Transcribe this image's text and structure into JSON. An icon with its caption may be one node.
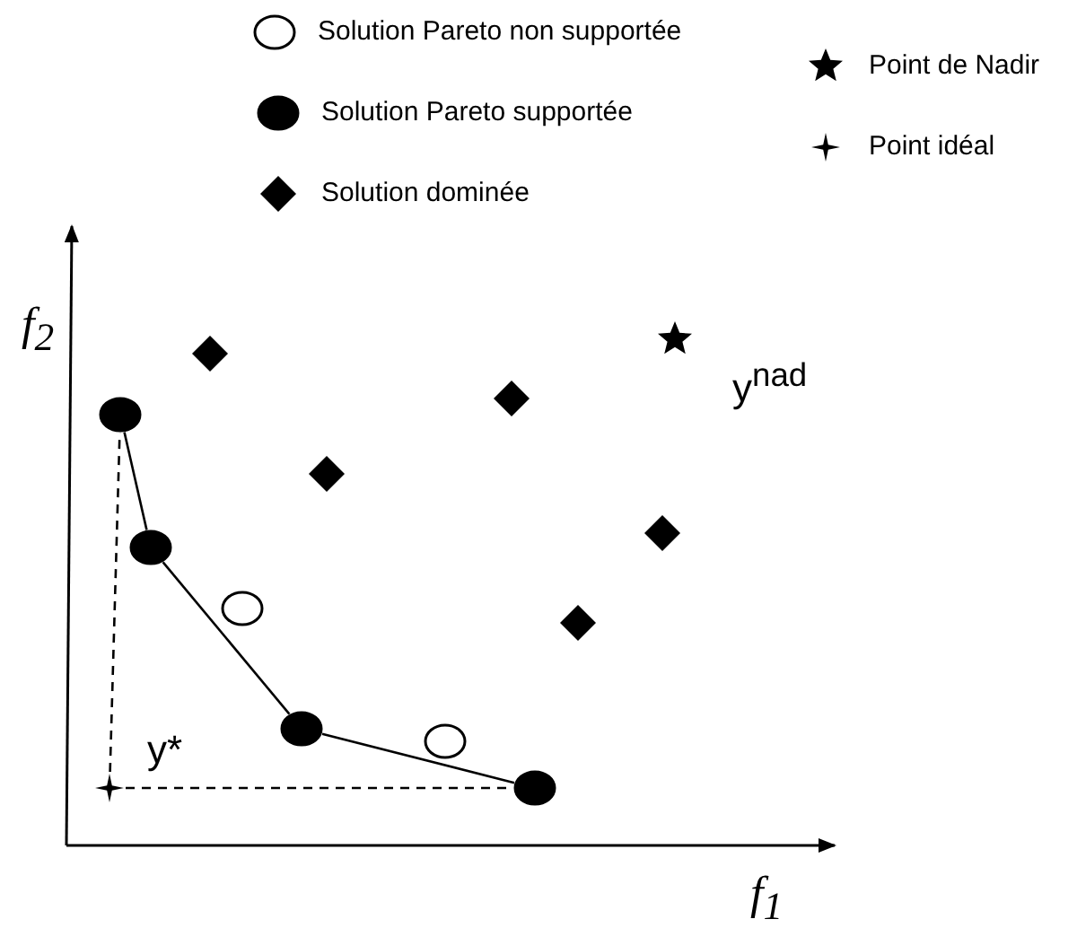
{
  "diagram": {
    "nodes": [
      {
        "text": [],
        "shape": "star",
        "beside": [
          "y$^{nad}$"
        ]
      },
      {
        "text": [],
        "shape": "diamond"
      },
      {
        "text": [],
        "shape": "diamond"
      },
      {
        "text": [],
        "shape": "circle"
      },
      {
        "text": [],
        "shape": "diamond"
      },
      {
        "text": [],
        "shape": "diamond"
      },
      {
        "text": [],
        "shape": "circle"
      },
      {
        "text": [],
        "shape": "circle"
      },
      {
        "text": [],
        "shape": "diamond"
      },
      {
        "text": [],
        "shape": "circle"
      },
      {
        "text": [],
        "shape": "circle"
      },
      {
        "text": [],
        "shape": "cross",
        "beside": [
          "y*"
        ]
      },
      {
        "text": [],
        "shape": "circle"
      }
    ],
    "edges": [
      {
        "from": 3,
        "to": 6,
        "arrow": "none"
      },
      {
        "from": 6,
        "to": 9,
        "arrow": "none"
      },
      {
        "from": 9,
        "to": 12,
        "arrow": "none"
      },
      {
        "from": 11,
        "to": 3,
        "arrow": "none",
        "style": "dashed"
      },
      {
        "from": 11,
        "to": 12,
        "arrow": "none",
        "style": "dashed"
      }
    ],
    "labels": [
      "f$_{2}$",
      "f$_{1}$"
    ],
    "legend": [
      {
        "text": "Solution Pareto non supportée"
      },
      {
        "text": "Point de Nadir"
      },
      {
        "text": "Solution Pareto supportée"
      },
      {
        "text": "Point idéal"
      },
      {
        "text": "Solution dominée"
      }
    ]
  }
}
